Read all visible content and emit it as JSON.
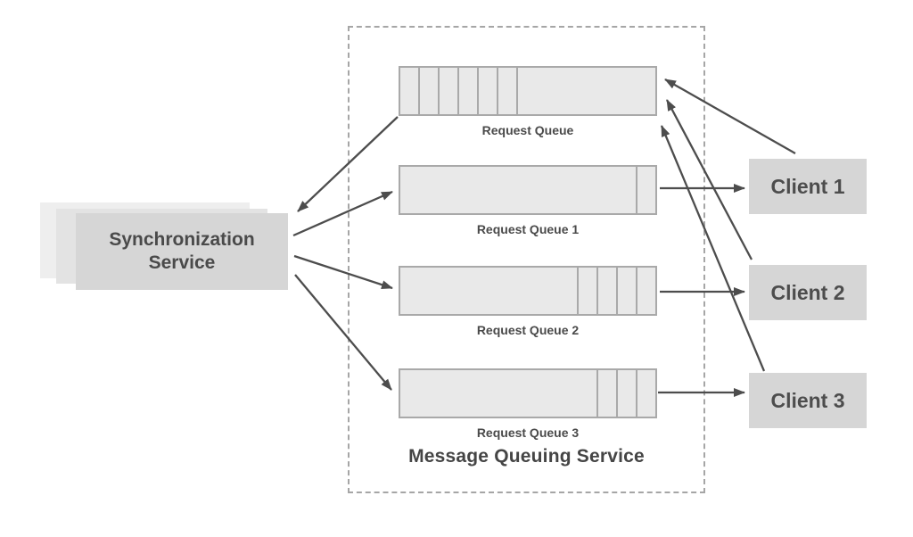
{
  "sync_service": {
    "label": "Synchronization Service"
  },
  "message_queuing_service": {
    "label": "Message Queuing Service",
    "queues": [
      {
        "label": "Request Queue",
        "messages": 6,
        "messages_side": "left"
      },
      {
        "label": "Request Queue 1",
        "messages": 1,
        "messages_side": "right"
      },
      {
        "label": "Request Queue 2",
        "messages": 4,
        "messages_side": "right"
      },
      {
        "label": "Request Queue 3",
        "messages": 3,
        "messages_side": "right"
      }
    ]
  },
  "clients": [
    {
      "label": "Client 1"
    },
    {
      "label": "Client 2"
    },
    {
      "label": "Client 3"
    }
  ],
  "colors": {
    "box_fill": "#e9e9e9",
    "box_border": "#a9a9a9",
    "client_fill": "#d6d6d6",
    "sync_front": "#d6d6d6",
    "sync_middle": "#e3e3e3",
    "sync_back": "#eeeeee",
    "dashed_border": "#a6a6a6",
    "text": "#4a4a4a",
    "arrow": "#4d4d4d"
  },
  "connections": [
    {
      "from": "request-queue",
      "to": "synchronization-service",
      "points": [
        [
          446,
          131
        ],
        [
          334,
          237
        ]
      ]
    },
    {
      "from": "synchronization-service",
      "to": "request-queue-1",
      "points": [
        [
          329,
          264
        ],
        [
          440,
          215
        ]
      ]
    },
    {
      "from": "synchronization-service",
      "to": "request-queue-2",
      "points": [
        [
          330,
          287
        ],
        [
          440,
          323
        ]
      ]
    },
    {
      "from": "synchronization-service",
      "to": "request-queue-3",
      "points": [
        [
          331,
          308
        ],
        [
          439,
          437
        ]
      ]
    },
    {
      "from": "request-queue-1",
      "to": "client-1",
      "points": [
        [
          740,
          211
        ],
        [
          835,
          211
        ]
      ]
    },
    {
      "from": "request-queue-2",
      "to": "client-2",
      "points": [
        [
          740,
          327
        ],
        [
          835,
          327
        ]
      ]
    },
    {
      "from": "request-queue-3",
      "to": "client-3",
      "points": [
        [
          738,
          440
        ],
        [
          835,
          440
        ]
      ]
    },
    {
      "from": "client-1",
      "to": "request-queue",
      "points": [
        [
          892,
          172
        ],
        [
          746,
          89
        ]
      ]
    },
    {
      "from": "client-2",
      "to": "request-queue",
      "points": [
        [
          843,
          291
        ],
        [
          748,
          112
        ]
      ]
    },
    {
      "from": "client-3",
      "to": "request-queue",
      "points": [
        [
          857,
          416
        ],
        [
          742,
          141
        ]
      ]
    }
  ]
}
